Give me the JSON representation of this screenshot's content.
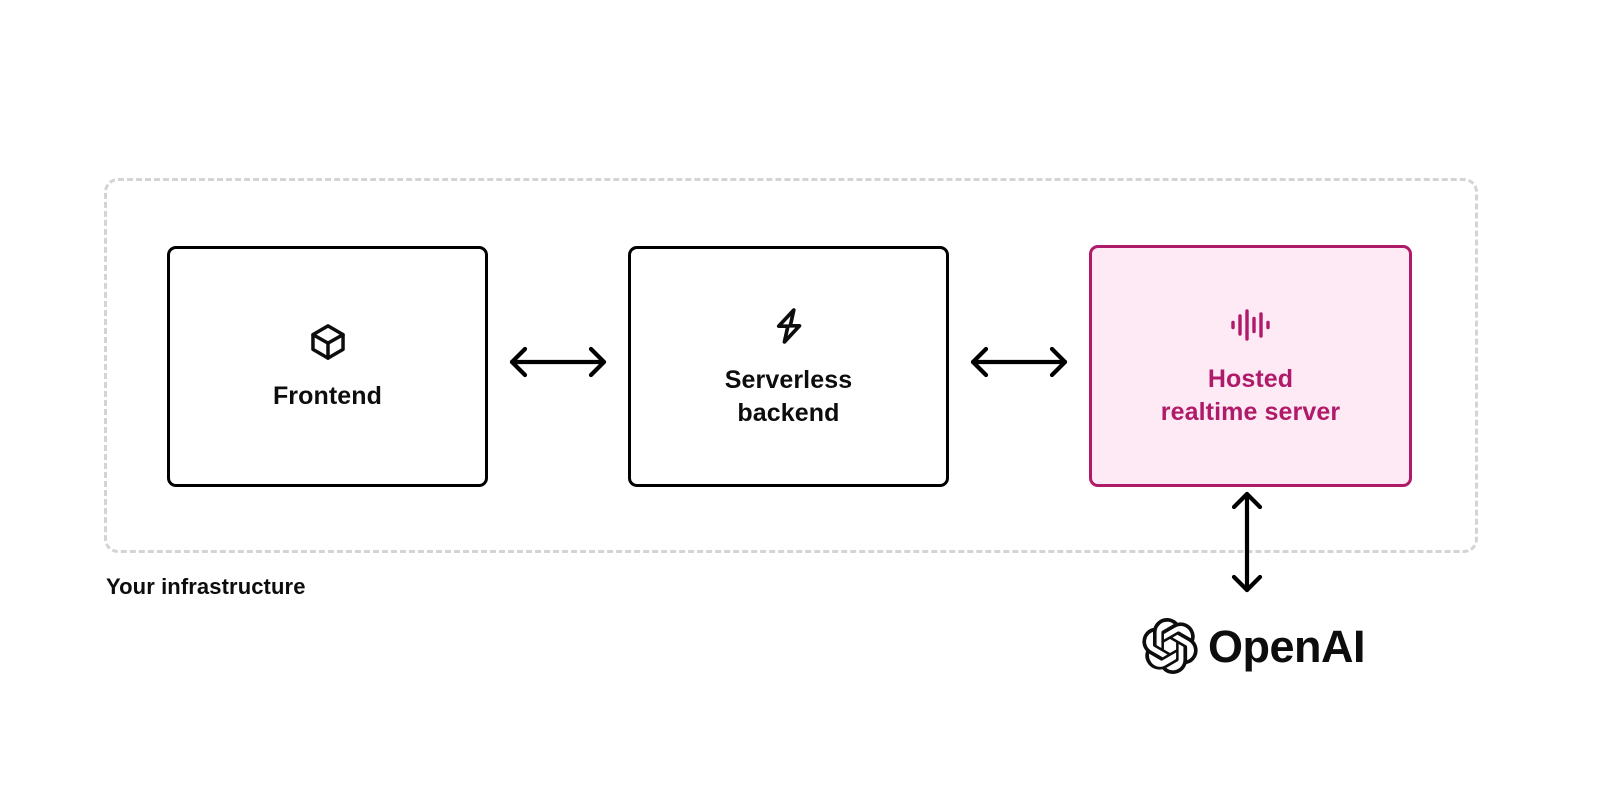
{
  "diagram": {
    "boundary": {
      "caption": "Your infrastructure",
      "style": "dashed",
      "color": "#d4d4d4"
    },
    "nodes": [
      {
        "id": "frontend",
        "label": "Frontend",
        "icon": "cube-icon",
        "border_color": "#000000",
        "fill_color": "#ffffff",
        "text_color": "#0d0d0d"
      },
      {
        "id": "serverless-backend",
        "label": "Serverless\nbackend",
        "icon": "zap-icon",
        "border_color": "#000000",
        "fill_color": "#ffffff",
        "text_color": "#0d0d0d"
      },
      {
        "id": "hosted-realtime-server",
        "label": "Hosted\nrealtime server",
        "icon": "audio-waveform-icon",
        "border_color": "#b01b69",
        "fill_color": "#fdeaf4",
        "text_color": "#b01b69"
      }
    ],
    "connectors": [
      {
        "id": "frontend-to-backend",
        "from": "frontend",
        "to": "serverless-backend",
        "direction": "bidirectional",
        "orientation": "horizontal"
      },
      {
        "id": "backend-to-hosted",
        "from": "serverless-backend",
        "to": "hosted-realtime-server",
        "direction": "bidirectional",
        "orientation": "horizontal"
      },
      {
        "id": "hosted-to-openai",
        "from": "hosted-realtime-server",
        "to": "openai",
        "direction": "bidirectional",
        "orientation": "vertical"
      }
    ],
    "brand": {
      "name": "OpenAI",
      "mark": "openai-blossom-icon",
      "color": "#0d0d0d"
    }
  }
}
